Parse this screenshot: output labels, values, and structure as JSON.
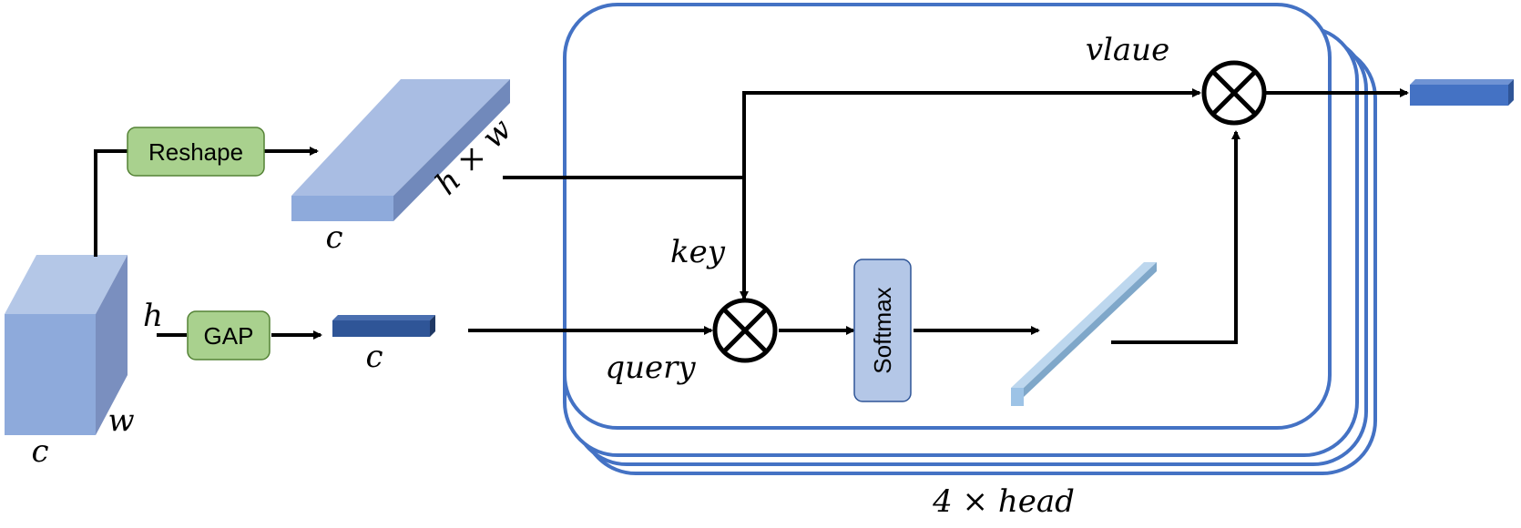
{
  "diagram": {
    "labels": {
      "value": "vlaue",
      "key": "key",
      "query": "query",
      "heads": "4 × head",
      "hw": "h × w",
      "c_reshaped": "c",
      "c_input": "c",
      "h_input": "h",
      "w_input": "w",
      "c_gap": "c"
    },
    "ops": {
      "reshape": "Reshape",
      "gap": "GAP",
      "softmax": "Softmax"
    },
    "head_count": 4,
    "colors": {
      "head_border": "#4472c4",
      "op_fill": "#a9d18e",
      "op_border": "#548235",
      "softmax_fill": "#b4c7e7",
      "tensor_front": "#8eaadb",
      "tensor_top": "#b4c7e7",
      "tensor_side": "#7a8fbf",
      "gap_vector": "#2f5597",
      "attn_vector": "#9dc3e6",
      "output_vector": "#4472c4",
      "wire": "#000000"
    },
    "icons": [
      "multiply-circle-icon",
      "arrow-icon"
    ]
  }
}
